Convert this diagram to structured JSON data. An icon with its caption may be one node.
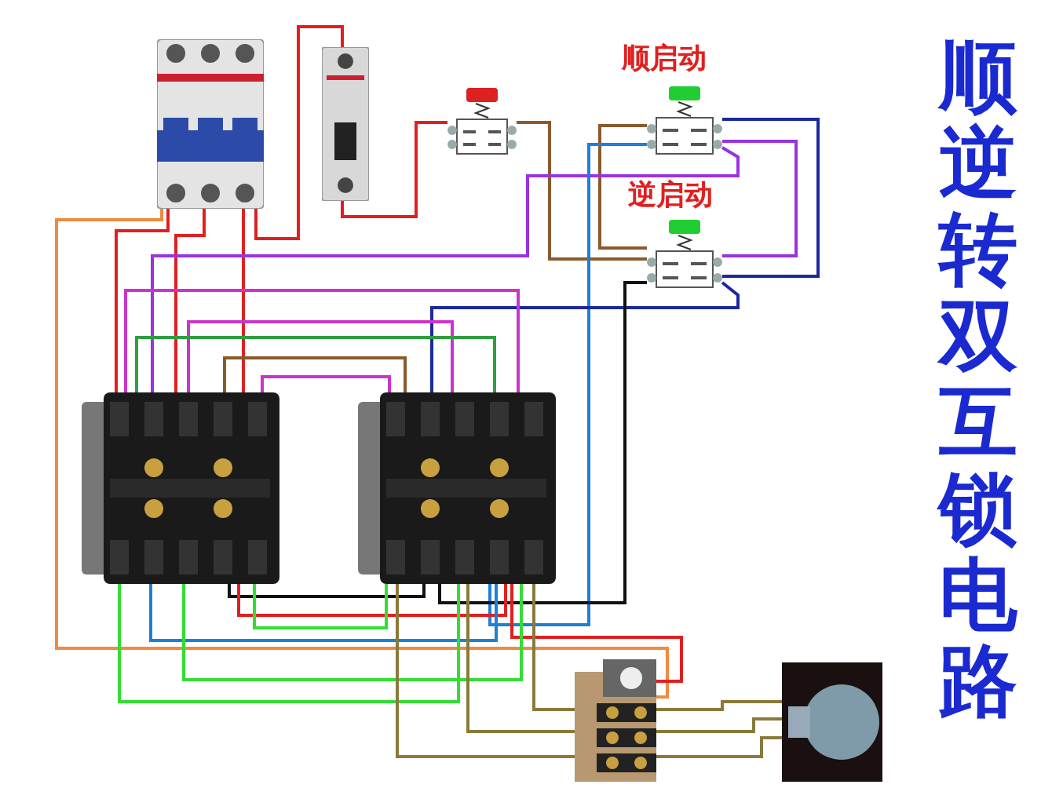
{
  "diagram": {
    "title": "顺逆转双互锁电路",
    "nodes": [
      {
        "text": [],
        "shape": "picture"
      },
      {
        "text": [],
        "shape": "picture"
      },
      {
        "text": [],
        "shape": "picture"
      },
      {
        "text": [],
        "shape": "picture",
        "beside": [
          "顺启动"
        ]
      },
      {
        "text": [],
        "shape": "picture",
        "beside": [
          "逆启动"
        ]
      },
      {
        "text": [],
        "shape": "picture"
      },
      {
        "text": [],
        "shape": "picture"
      },
      {
        "text": [],
        "shape": "picture"
      },
      {
        "text": [],
        "shape": "picture"
      }
    ],
    "edges": [
      {
        "from": 0,
        "to": 1,
        "arrow": "none",
        "color": "#e02020"
      },
      {
        "from": 1,
        "to": 2,
        "arrow": "none",
        "color": "#e02020"
      },
      {
        "from": 2,
        "to": 4,
        "arrow": "none",
        "color": "#8b5a2b"
      },
      {
        "from": 3,
        "to": 4,
        "arrow": "none",
        "color": "#8b5a2b"
      },
      {
        "from": 0,
        "to": 7,
        "arrow": "none",
        "color": "#f08a40"
      },
      {
        "from": 0,
        "to": 5,
        "arrow": "none",
        "color": "#e02020"
      },
      {
        "from": 0,
        "to": 5,
        "arrow": "none",
        "color": "#e02020"
      },
      {
        "from": 0,
        "to": 5,
        "arrow": "none",
        "color": "#e02020"
      },
      {
        "from": 3,
        "to": 5,
        "arrow": "none",
        "color": "#9933dd"
      },
      {
        "from": 3,
        "to": 4,
        "arrow": "none",
        "color": "#9933dd"
      },
      {
        "from": 3,
        "to": 6,
        "arrow": "none",
        "color": "#1e7fd8"
      },
      {
        "from": 4,
        "to": 6,
        "arrow": "none",
        "color": "#1a2a9c"
      },
      {
        "from": 3,
        "to": 4,
        "arrow": "none",
        "color": "#1a2a9c"
      },
      {
        "from": 4,
        "to": 6,
        "arrow": "none",
        "color": "#111111"
      },
      {
        "from": 6,
        "to": 5,
        "arrow": "none",
        "color": "#111111"
      },
      {
        "from": 5,
        "to": 6,
        "arrow": "none",
        "color": "#cc33cc"
      },
      {
        "from": 5,
        "to": 6,
        "arrow": "none",
        "color": "#cc33cc"
      },
      {
        "from": 5,
        "to": 6,
        "arrow": "none",
        "color": "#2e9e3e"
      },
      {
        "from": 5,
        "to": 6,
        "arrow": "none",
        "color": "#8b5a2b"
      },
      {
        "from": 5,
        "to": 6,
        "arrow": "none",
        "color": "#cc33cc"
      },
      {
        "from": 5,
        "to": 6,
        "arrow": "none",
        "color": "#e02020"
      },
      {
        "from": 6,
        "to": 7,
        "arrow": "none",
        "color": "#e02020"
      },
      {
        "from": 5,
        "to": 6,
        "arrow": "none",
        "color": "#33dd33"
      },
      {
        "from": 5,
        "to": 6,
        "arrow": "none",
        "color": "#1e7fd8"
      },
      {
        "from": 5,
        "to": 6,
        "arrow": "none",
        "color": "#33dd33"
      },
      {
        "from": 5,
        "to": 6,
        "arrow": "none",
        "color": "#33dd33"
      },
      {
        "from": 6,
        "to": 7,
        "arrow": "none",
        "color": "#8a7a3a"
      },
      {
        "from": 6,
        "to": 7,
        "arrow": "none",
        "color": "#8a7a3a"
      },
      {
        "from": 6,
        "to": 7,
        "arrow": "none",
        "color": "#8a7a3a"
      },
      {
        "from": 7,
        "to": 8,
        "arrow": "none",
        "color": "#8a7a3a"
      },
      {
        "from": 7,
        "to": 8,
        "arrow": "none",
        "color": "#8a7a3a"
      },
      {
        "from": 7,
        "to": 8,
        "arrow": "none",
        "color": "#8a7a3a"
      }
    ]
  }
}
